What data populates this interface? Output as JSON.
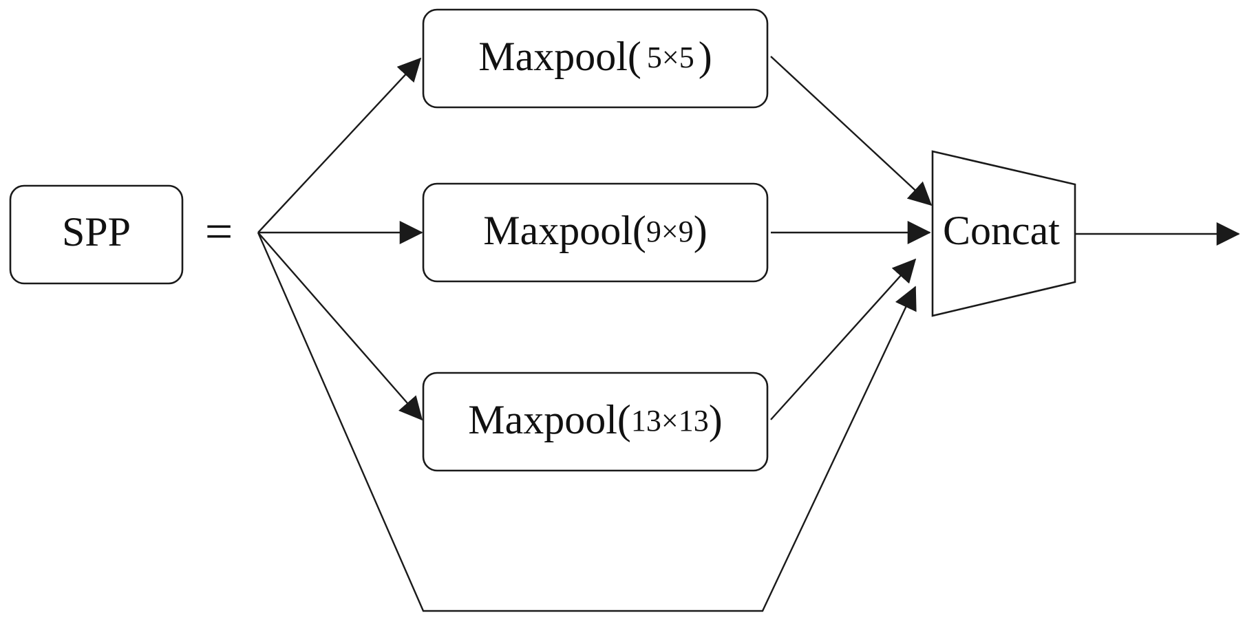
{
  "nodes": {
    "spp": {
      "label": "SPP"
    },
    "equals": {
      "label": "="
    },
    "maxpool_5": {
      "name": "Maxpool(",
      "size": "5×5",
      "close": ")"
    },
    "maxpool_9": {
      "name": "Maxpool(",
      "size": "9×9",
      "close": ")"
    },
    "maxpool_13": {
      "name": "Maxpool(",
      "size": "13×13",
      "close": ")"
    },
    "concat": {
      "label": "Concat"
    }
  },
  "edges": [
    {
      "from": "branch-point",
      "to": "maxpool_5"
    },
    {
      "from": "branch-point",
      "to": "maxpool_9"
    },
    {
      "from": "branch-point",
      "to": "maxpool_13"
    },
    {
      "from": "branch-point",
      "to": "concat",
      "via": "bypass"
    },
    {
      "from": "maxpool_5",
      "to": "concat"
    },
    {
      "from": "maxpool_9",
      "to": "concat"
    },
    {
      "from": "maxpool_13",
      "to": "concat"
    },
    {
      "from": "concat",
      "to": "output"
    }
  ],
  "colors": {
    "stroke": "#1a1a1a",
    "background": "#ffffff",
    "text": "#111111"
  }
}
